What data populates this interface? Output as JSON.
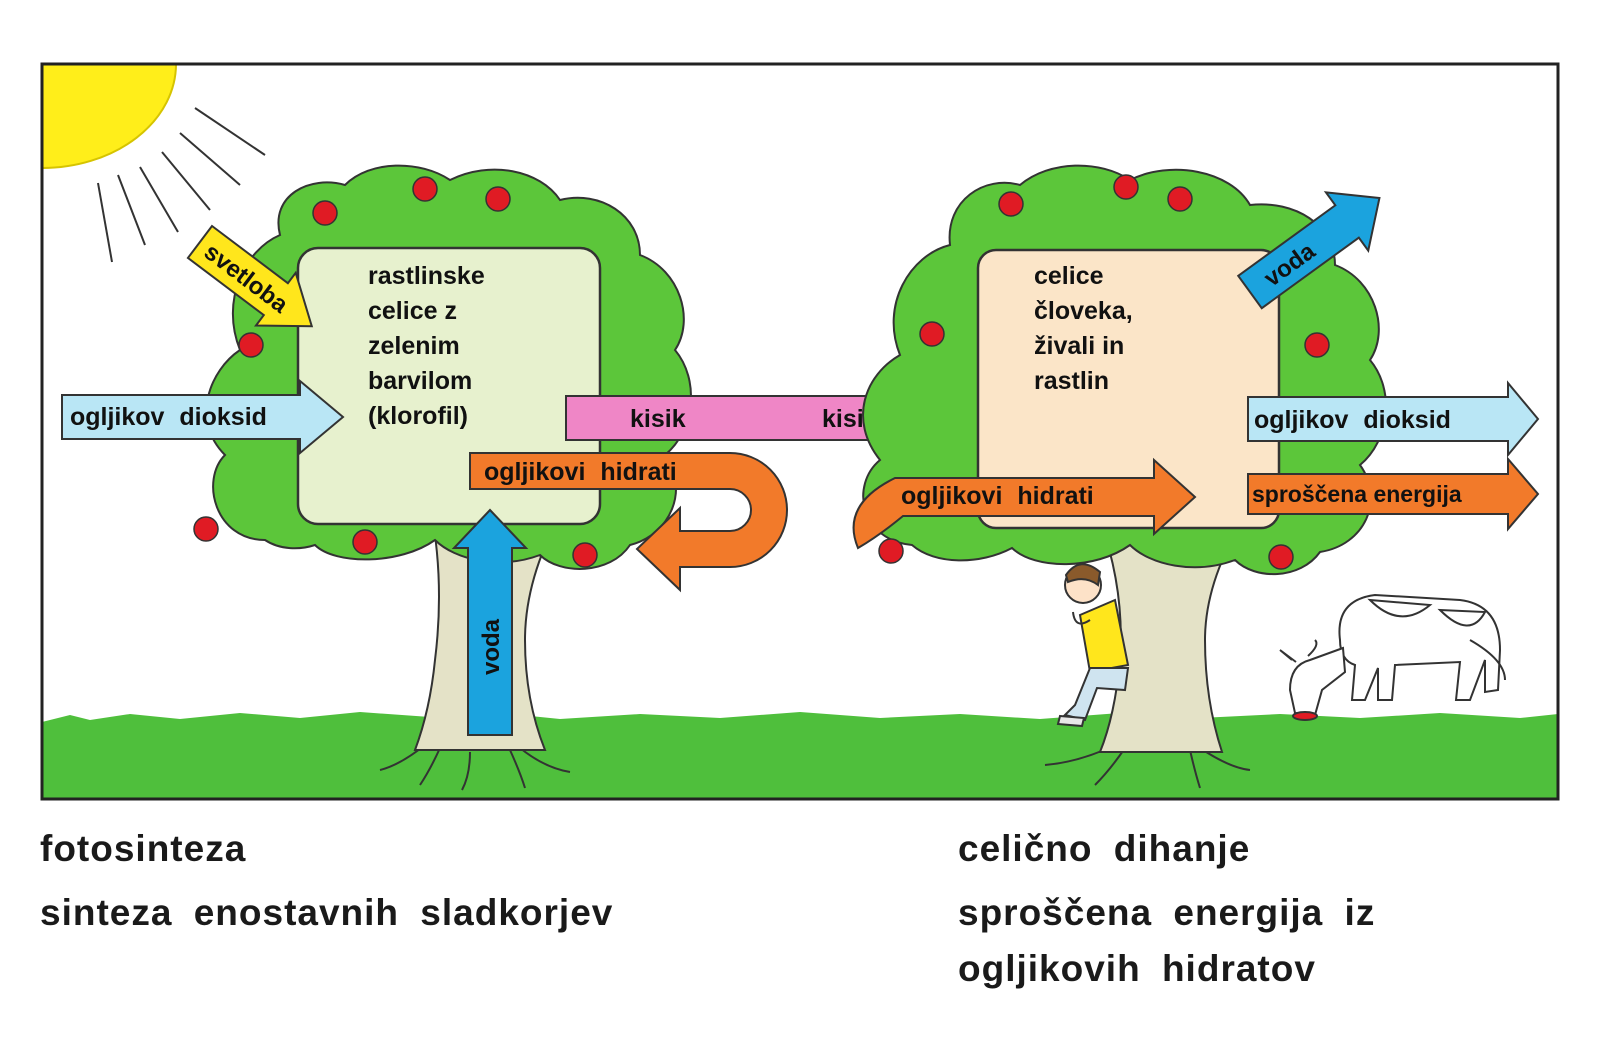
{
  "left_panel": {
    "light_label": "svetloba",
    "cell_text": [
      "rastlinske",
      "celice z",
      "zelenim",
      "barvilom",
      "(klorofil)"
    ],
    "co2_label": "ogljikov dioksid",
    "carbs_label": "ogljikovi hidrati",
    "water_label": "voda"
  },
  "oxygen_arrow": {
    "label_left": "kisik",
    "label_right": "kisik"
  },
  "right_panel": {
    "cell_text": [
      "celice",
      "človeka,",
      "živali in",
      "rastlin"
    ],
    "water_label": "voda",
    "carbs_label": "ogljikovi hidrati",
    "co2_label": "ogljikov dioksid",
    "energy_label": "sproščena energija"
  },
  "captions": {
    "left_title": "fotosinteza",
    "left_subtitle": "sinteza enostavnih sladkorjev",
    "right_title": "celično dihanje",
    "right_subtitle_line1": "sproščena energija iz",
    "right_subtitle_line2": "ogljikovih hidratov"
  },
  "colors": {
    "foliage": "#5cc63a",
    "grass": "#4fbf3c",
    "sun": "#ffee1a",
    "light_arrow": "#ffe61c",
    "co2_arrow": "#b9e6f5",
    "oxygen_arrow": "#ef86c6",
    "carbs_arrow": "#f27a2a",
    "water_arrow": "#1ba3de",
    "plant_cell": "#e7f1ce",
    "animal_cell": "#fbe5c8",
    "apple": "#e01b24"
  }
}
